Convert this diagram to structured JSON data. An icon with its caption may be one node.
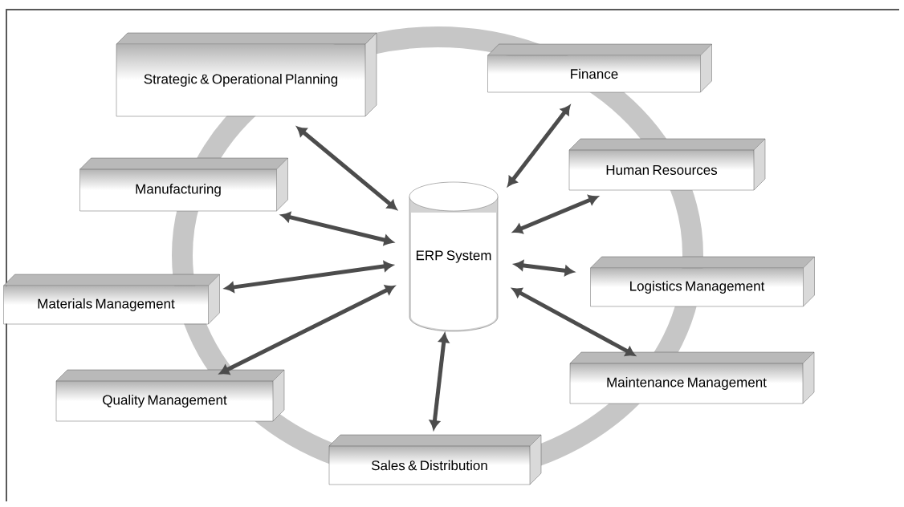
{
  "diagram": {
    "nodes": [
      {
        "text": [
          "ERP System"
        ]
      },
      {
        "text": [
          "Strategic & Operational Planning"
        ]
      },
      {
        "text": [
          "Finance"
        ]
      },
      {
        "text": [
          "Human Resources"
        ]
      },
      {
        "text": [
          "Manufacturing"
        ]
      },
      {
        "text": [
          "Logistics Management"
        ]
      },
      {
        "text": [
          "Materials Management"
        ]
      },
      {
        "text": [
          "Maintenance Management"
        ]
      },
      {
        "text": [
          "Quality Management"
        ]
      },
      {
        "text": [
          "Sales & Distribution"
        ]
      }
    ],
    "edges": [
      {
        "from": 0,
        "to": 1,
        "arrow": "both"
      },
      {
        "from": 0,
        "to": 2,
        "arrow": "both"
      },
      {
        "from": 0,
        "to": 3,
        "arrow": "both"
      },
      {
        "from": 0,
        "to": 4,
        "arrow": "both"
      },
      {
        "from": 0,
        "to": 5,
        "arrow": "both"
      },
      {
        "from": 0,
        "to": 6,
        "arrow": "both"
      },
      {
        "from": 0,
        "to": 7,
        "arrow": "both"
      },
      {
        "from": 0,
        "to": 8,
        "arrow": "both"
      },
      {
        "from": 0,
        "to": 9,
        "arrow": "both"
      }
    ]
  }
}
